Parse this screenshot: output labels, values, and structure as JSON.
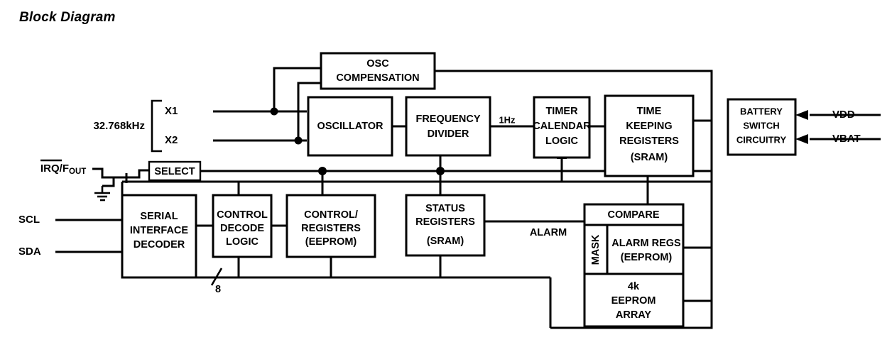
{
  "page": {
    "title": "Block Diagram"
  },
  "blocks": {
    "osc_compensation": {
      "lines": [
        "OSC",
        "COMPENSATION"
      ]
    },
    "oscillator": {
      "lines": [
        "OSCILLATOR"
      ]
    },
    "frequency_divider": {
      "lines": [
        "FREQUENCY",
        "DIVIDER"
      ]
    },
    "timer_calendar_logic": {
      "lines": [
        "TIMER",
        "CALENDAR",
        "LOGIC"
      ]
    },
    "time_keeping_registers": {
      "lines": [
        "TIME",
        "KEEPING",
        "REGISTERS",
        "(SRAM)"
      ]
    },
    "battery_switch": {
      "lines": [
        "BATTERY",
        "SWITCH",
        "CIRCUITRY"
      ]
    },
    "select": {
      "lines": [
        "SELECT"
      ]
    },
    "serial_interface_decoder": {
      "lines": [
        "SERIAL",
        "INTERFACE",
        "DECODER"
      ]
    },
    "control_decode_logic": {
      "lines": [
        "CONTROL",
        "DECODE",
        "LOGIC"
      ]
    },
    "control_registers": {
      "lines": [
        "CONTROL/",
        "REGISTERS",
        "(EEPROM)"
      ]
    },
    "status_registers": {
      "lines": [
        "STATUS",
        "REGISTERS",
        "(SRAM)"
      ]
    },
    "compare": {
      "lines": [
        "COMPARE"
      ]
    },
    "mask": {
      "lines": [
        "MASK"
      ]
    },
    "alarm_regs": {
      "lines": [
        "ALARM REGS",
        "(EEPROM)"
      ]
    },
    "eeprom_array": {
      "lines": [
        "4k",
        "EEPROM",
        "ARRAY"
      ]
    }
  },
  "pins": {
    "x1": "X1",
    "x2": "X2",
    "crystal_freq": "32.768kHz",
    "irq_fout_prefix": "IRQ/F",
    "irq_fout_suffix": "OUT",
    "scl": "SCL",
    "sda": "SDA",
    "vdd": "VDD",
    "vbat": "VBAT"
  },
  "signal_labels": {
    "one_hz": "1Hz",
    "alarm": "ALARM",
    "bus_width": "8"
  },
  "colors": {
    "line": "#000000",
    "fill": "#ffffff",
    "background": "#ffffff"
  }
}
